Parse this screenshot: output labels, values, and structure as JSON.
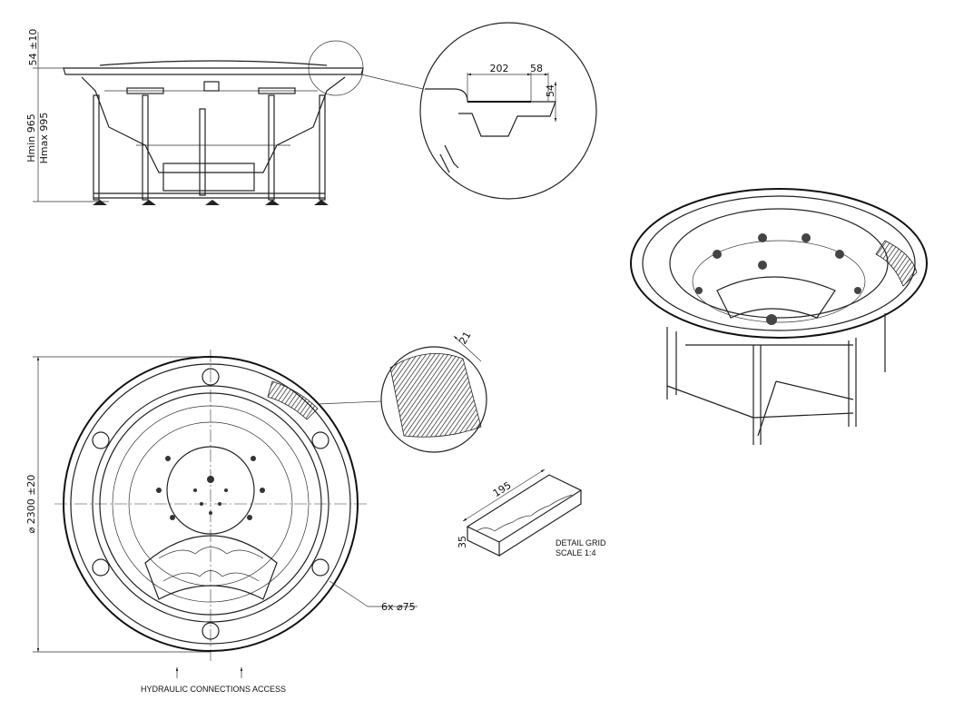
{
  "side_view": {
    "rim_dim": "54 ±10",
    "hmin": "Hmin 965",
    "hmax": "Hmax 995"
  },
  "rim_detail": {
    "width_inner": "202",
    "width_outer": "58",
    "height": "54"
  },
  "grid_detail": {
    "dim": "21"
  },
  "top_view": {
    "diameter": "⌀ 2300 ±20",
    "holes": "6x ⌀75",
    "hydraulic_note": "HYDRAULIC CONNECTIONS ACCESS"
  },
  "grid_block": {
    "length": "195",
    "height": "35",
    "title": "DETAIL GRID",
    "scale": "SCALE 1:4"
  }
}
